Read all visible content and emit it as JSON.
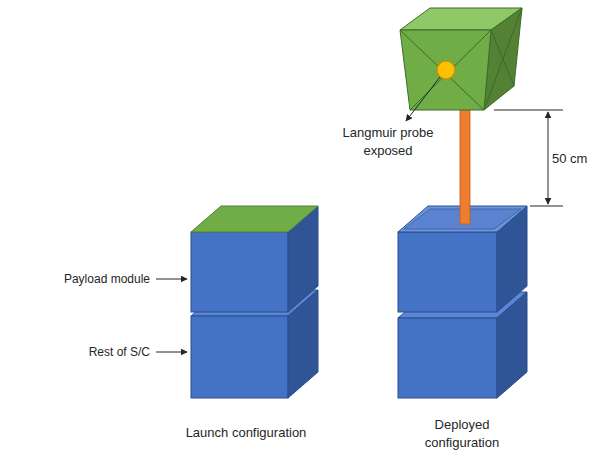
{
  "diagram": {
    "labels": [
      "Langmuir probe exposed",
      "50 cm",
      "Payload module",
      "Rest of S/C",
      "Launch configuration",
      "Deployed configuration"
    ]
  }
}
